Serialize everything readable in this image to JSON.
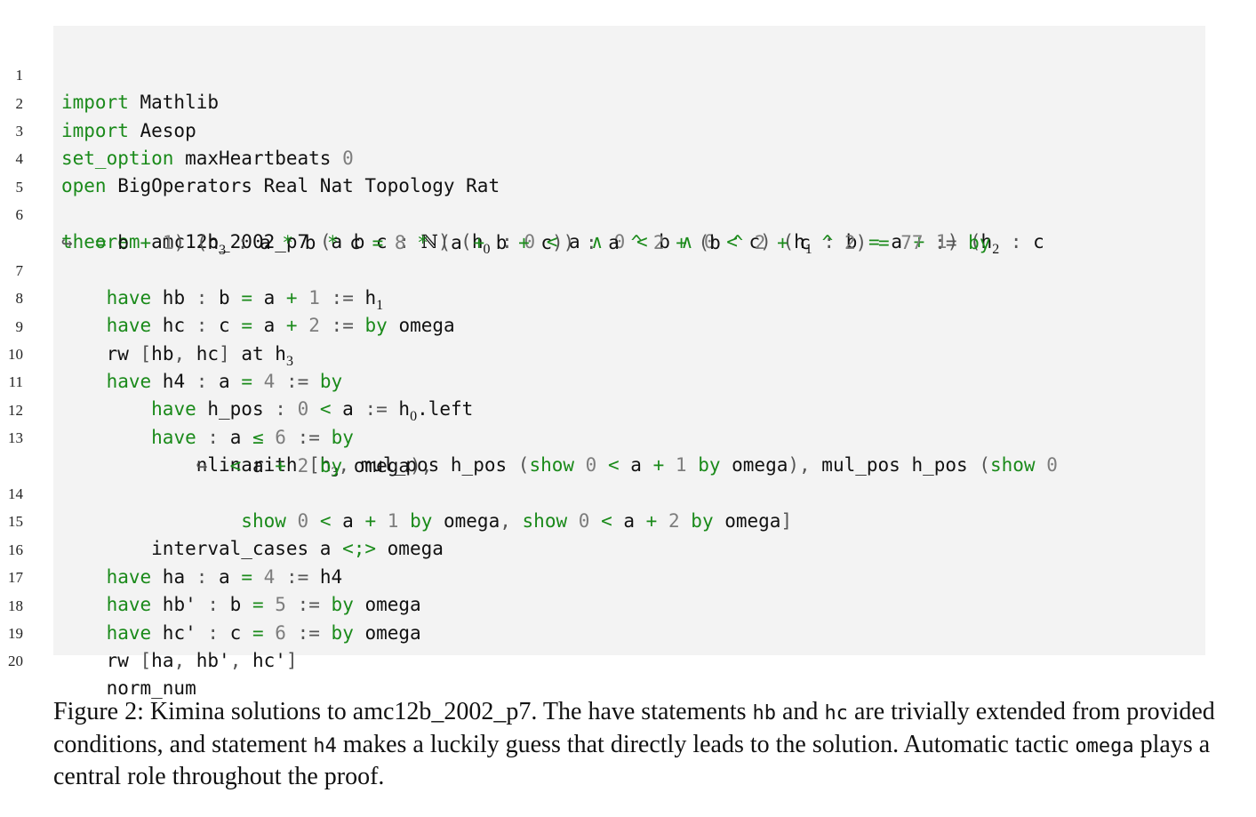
{
  "listing": {
    "line_numbers": [
      "1",
      "2",
      "3",
      "4",
      "5",
      "6",
      "7",
      "8",
      "9",
      "10",
      "11",
      "12",
      "13",
      "14",
      "15",
      "16",
      "17",
      "18",
      "19",
      "20"
    ],
    "lines": [
      "import Mathlib",
      "import Aesop",
      "set_option maxHeartbeats 0",
      "open BigOperators Real Nat Topology Rat",
      "",
      "theorem amc12b_2002_p7 (a b c : ℕ) (h₀ : 0 < a ∧ 0 < b ∧ 0 < c) (h₁ : b = a + 1) (h₂ : c ↪ = b + 1) (h₃ : a * b * c = 8 * (a + b + c)) : a ^ 2 + (b ^ 2 + c ^ 2) = 77 := by",
      "have hb : b = a + 1 := h₁",
      "have hc : c = a + 2 := by omega",
      "rw [hb, hc] at h₃",
      "have h4 : a = 4 := by",
      "have h_pos : 0 < a := h₀.left",
      "have : a ≤ 6 := by",
      "nlinarith [h₃, mul_pos h_pos (show 0 < a + 1 by omega), mul_pos h_pos (show 0 ↪ < a + 2 by omega),",
      "show 0 < a + 1 by omega, show 0 < a + 2 by omega]",
      "interval_cases a <;> omega",
      "have ha : a = 4 := h4",
      "have hb' : b = 5 := by omega",
      "have hc' : c = 6 := by omega",
      "rw [ha, hb', hc']",
      "norm_num"
    ]
  },
  "caption": {
    "p1": "Figure 2: Kimina solutions to amc12b_2002_p7. The have statements ",
    "c1": "hb",
    "p2": " and ",
    "c2": "hc",
    "p3": " are trivially extended from provided conditions, and statement ",
    "c3": "h4",
    "p4": " makes a luckily guess that directly leads to the solution. Automatic tactic ",
    "c4": "omega",
    "p5": " plays a central role throughout the proof."
  },
  "colors": {
    "keyword": "#1a8a1a",
    "number": "#7d7d7d",
    "background": "#f3f3f3"
  }
}
